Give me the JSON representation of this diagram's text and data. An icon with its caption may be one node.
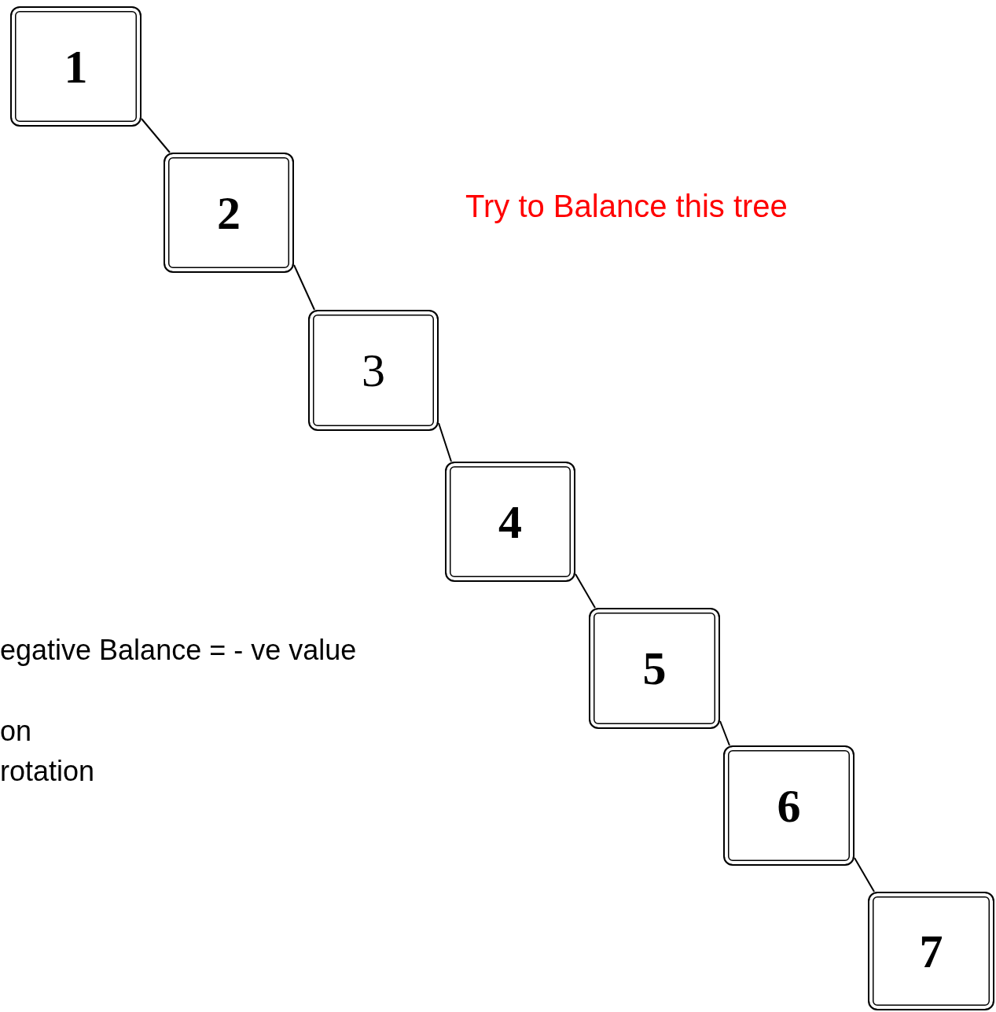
{
  "diagram": {
    "nodes": [
      {
        "text": [
          "1"
        ]
      },
      {
        "text": [
          "2"
        ]
      },
      {
        "text": [
          "3"
        ]
      },
      {
        "text": [
          "4"
        ]
      },
      {
        "text": [
          "5"
        ]
      },
      {
        "text": [
          "6"
        ]
      },
      {
        "text": [
          "7"
        ]
      }
    ],
    "edges": [
      {
        "from": 0,
        "to": 1,
        "arrow": "none"
      },
      {
        "from": 1,
        "to": 2,
        "arrow": "none"
      },
      {
        "from": 2,
        "to": 3,
        "arrow": "none"
      },
      {
        "from": 3,
        "to": 4,
        "arrow": "none"
      },
      {
        "from": 4,
        "to": 5,
        "arrow": "none"
      },
      {
        "from": 5,
        "to": 6,
        "arrow": "none"
      }
    ],
    "labels": [
      "Try to Balance this tree",
      "egative Balance = - ve value",
      "on",
      "rotation"
    ]
  }
}
